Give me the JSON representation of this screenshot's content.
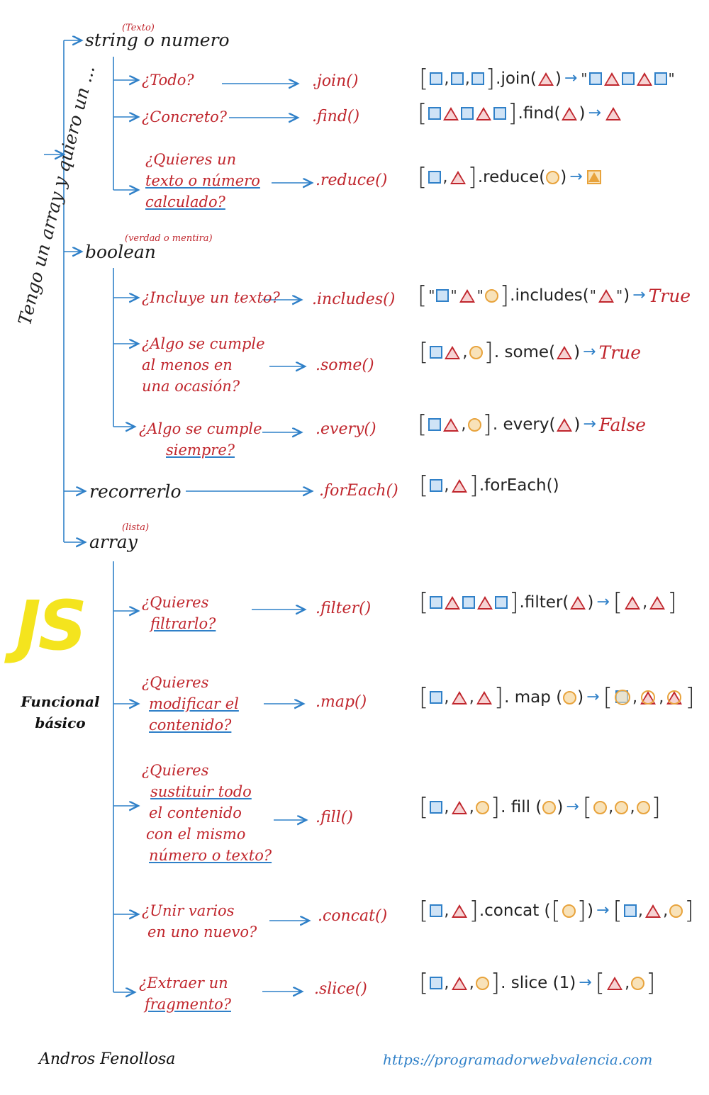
{
  "side_title": "Tengo un array y quiero un ...",
  "categories": {
    "string": {
      "label": "string o numero",
      "note": "(Texto)"
    },
    "boolean": {
      "label": "boolean",
      "note": "(verdad o mentira)"
    },
    "recorrer": {
      "label": "recorrerlo"
    },
    "array": {
      "label": "array",
      "note": "(lista)"
    }
  },
  "rows": [
    {
      "id": "join",
      "question": "¿Todo?",
      "method": ".join()",
      "example": {
        "call": ".join(",
        "result_prefix": "\"",
        "result_suffix": "\""
      }
    },
    {
      "id": "find",
      "question": "¿Concreto?",
      "method": ".find()",
      "example": {
        "call": ".find("
      }
    },
    {
      "id": "reduce",
      "question_parts": [
        "¿Quieres un",
        "texto o número",
        "calculado?"
      ],
      "method": ".reduce()",
      "example": {
        "call": ".reduce("
      }
    },
    {
      "id": "includes",
      "question": "¿Incluye un texto?",
      "method": ".includes()",
      "example": {
        "call": ".includes(",
        "result": "True"
      }
    },
    {
      "id": "some",
      "question_parts": [
        "¿Algo se cumple",
        "al menos en",
        "una ocasión?"
      ],
      "method": ".some()",
      "example": {
        "call": ". some(",
        "result": "True"
      }
    },
    {
      "id": "every",
      "question_parts": [
        "¿Algo se cumple",
        "siempre?"
      ],
      "method": ".every()",
      "example": {
        "call": ". every(",
        "result": "False"
      }
    },
    {
      "id": "forEach",
      "method": ".forEach()",
      "example": {
        "call": ".forEach()"
      }
    },
    {
      "id": "filter",
      "question_parts": [
        "¿Quieres",
        "filtrarlo?"
      ],
      "method": ".filter()",
      "example": {
        "call": ".filter("
      }
    },
    {
      "id": "map",
      "question_parts": [
        "¿Quieres",
        "modificar el",
        "contenido?"
      ],
      "method": ".map()",
      "example": {
        "call": ". map ("
      }
    },
    {
      "id": "fill",
      "question_parts": [
        "¿Quieres",
        "sustituir todo",
        "el contenido",
        "con el mismo",
        "número o texto?"
      ],
      "method": ".fill()",
      "example": {
        "call": ". fill ("
      }
    },
    {
      "id": "concat",
      "question_parts": [
        "¿Unir varios",
        "en uno nuevo?"
      ],
      "method": ".concat()",
      "example": {
        "call": ".concat ("
      }
    },
    {
      "id": "slice",
      "question_parts": [
        "¿Extraer un",
        "fragmento?"
      ],
      "method": ".slice()",
      "example": {
        "call": ". slice (1)"
      }
    }
  ],
  "js_logo": "JS",
  "functional_label": "Funcional básico",
  "author": "Andros Fenollosa",
  "url": "https://programadorwebvalencia.com",
  "colors": {
    "blue": "#2f80c8",
    "red": "#c0262d",
    "orange": "#e8a33c",
    "yellow": "#f4e41e"
  }
}
